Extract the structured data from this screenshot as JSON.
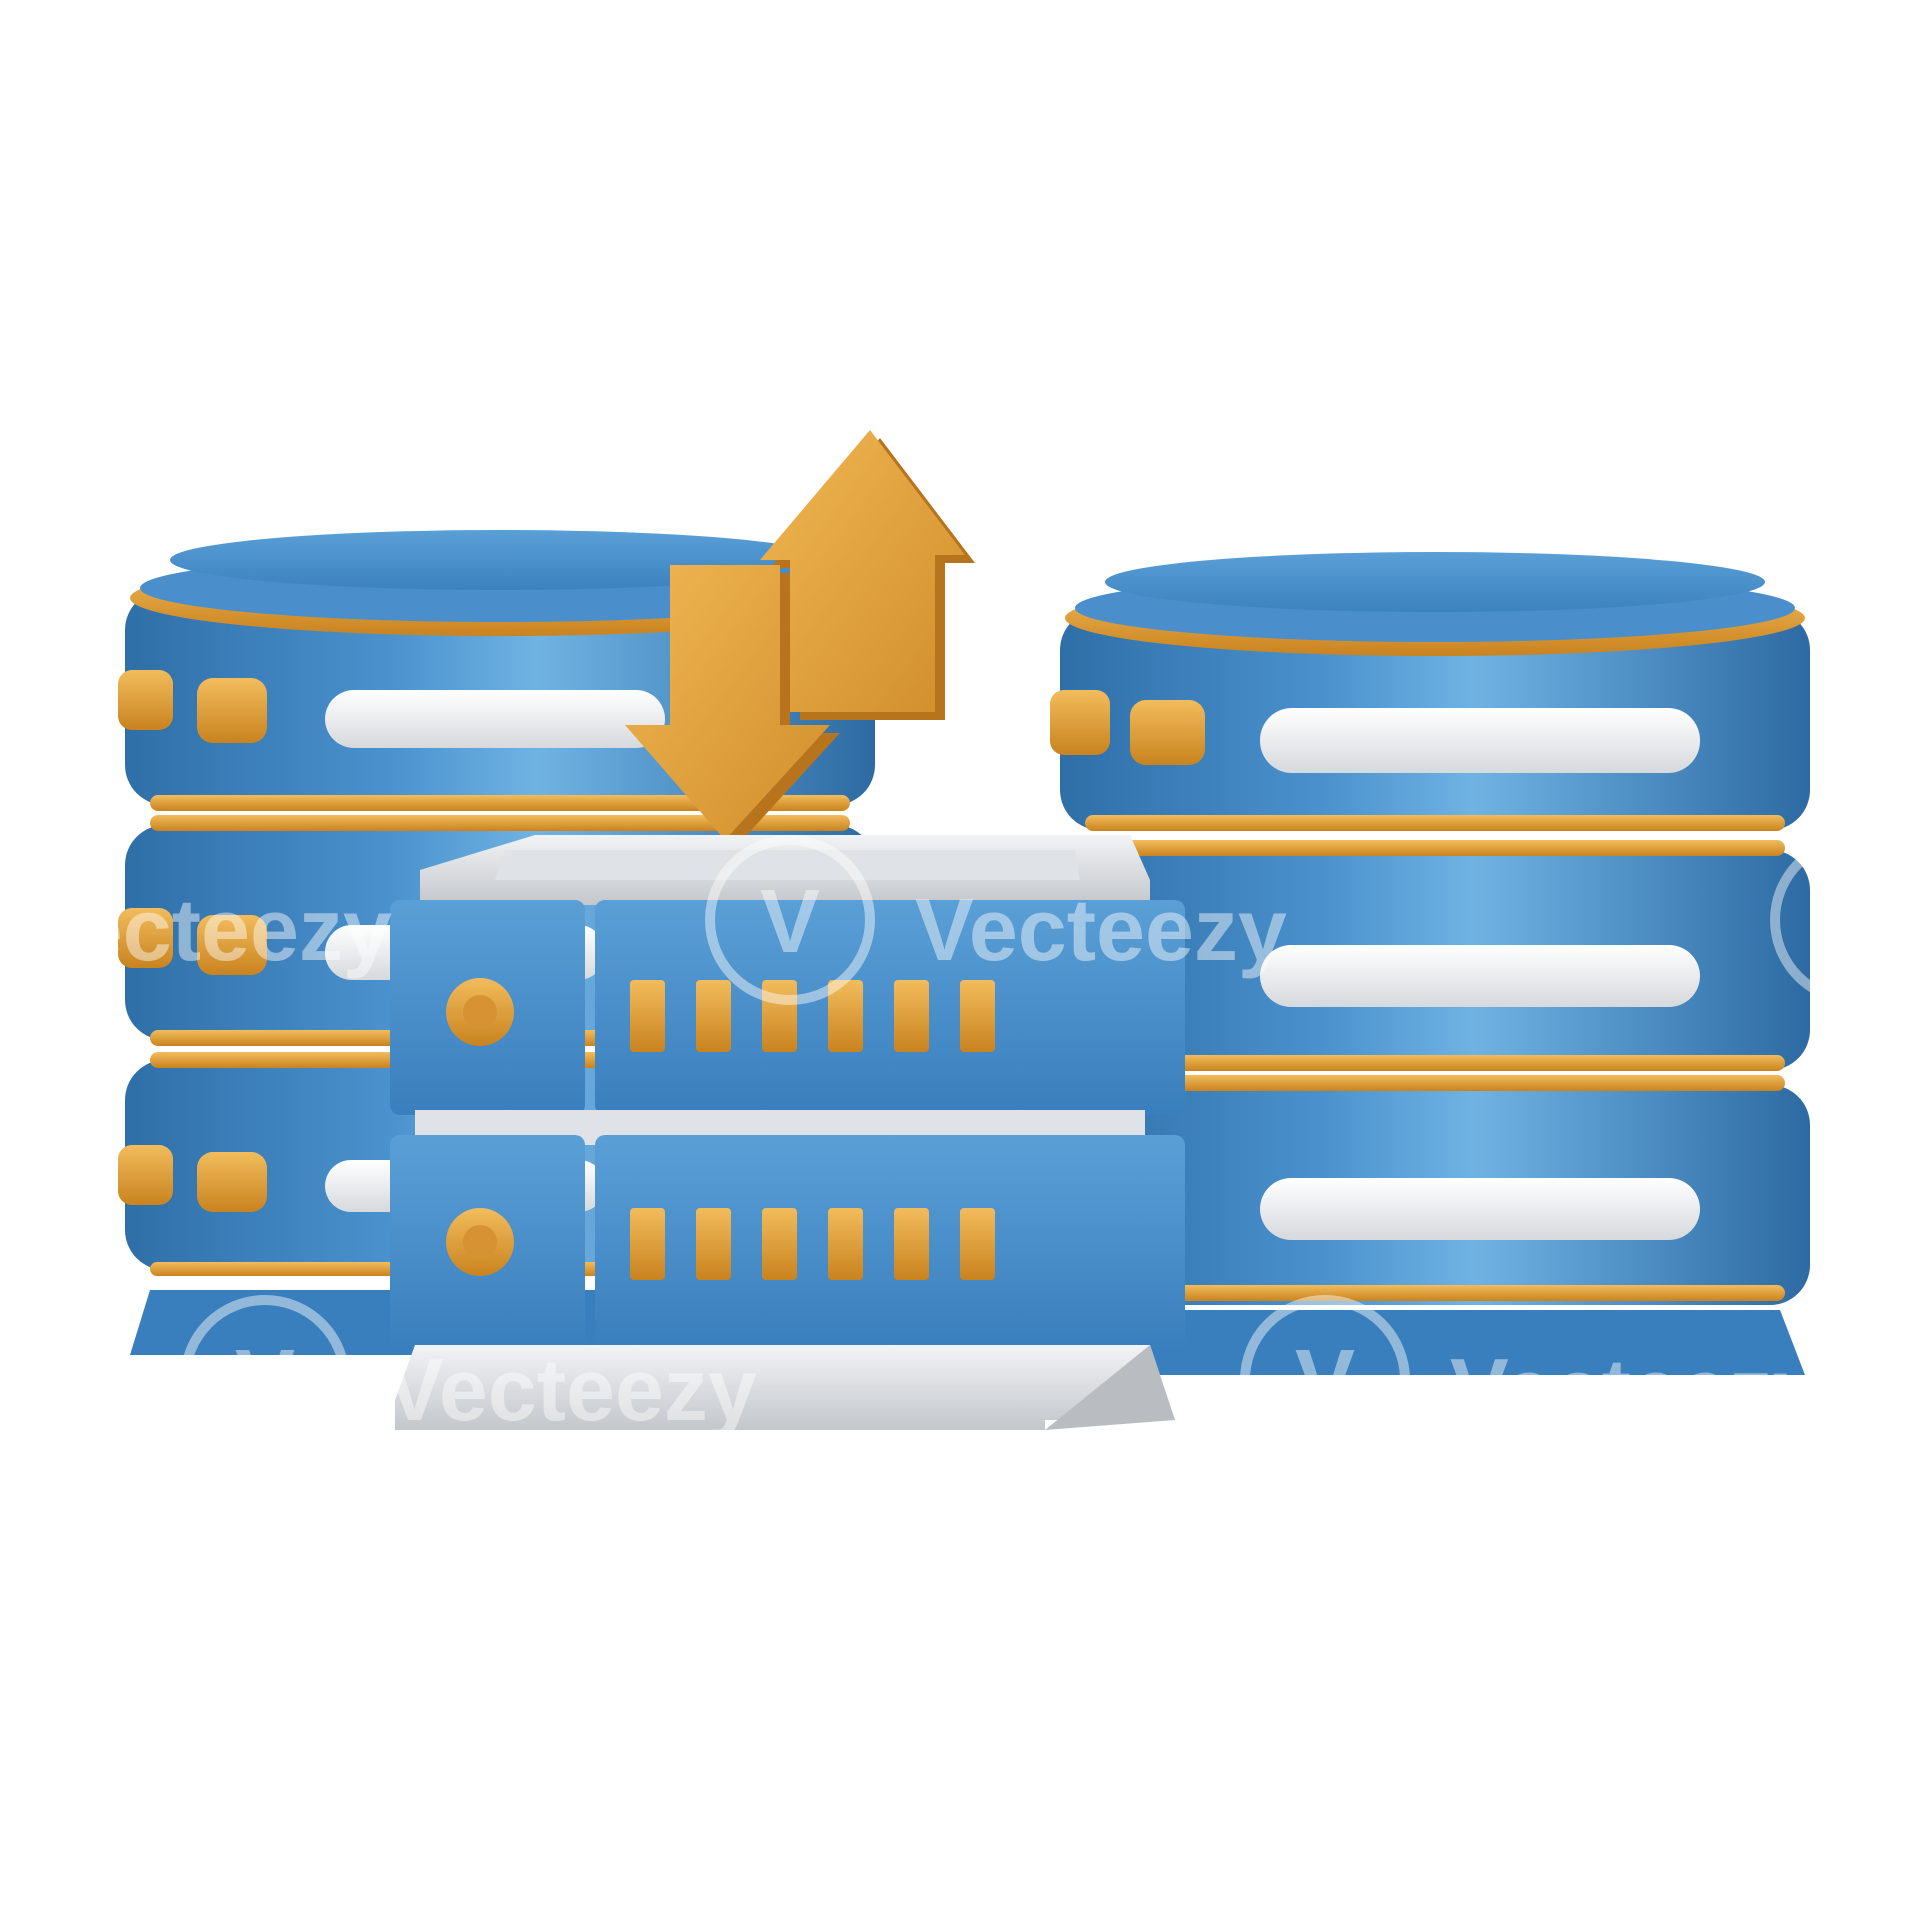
{
  "illustration": {
    "subject": "3D database and server data transfer icon",
    "icons": [
      "database-stack-icon",
      "server-rack-icon",
      "upload-arrow-icon",
      "download-arrow-icon"
    ]
  },
  "watermark": {
    "brand": "Vecteezy",
    "logo_glyph": "V"
  },
  "colors": {
    "database_blue": "#3f88c5",
    "database_blue_dark": "#2f6fa8",
    "database_blue_light": "#6fb3e3",
    "gold": "#e3a440",
    "gold_dark": "#b8741d",
    "panel_white": "#eceef0",
    "panel_shadow": "#c9ccd0",
    "background": "#ffffff",
    "watermark": "#ffffff"
  }
}
